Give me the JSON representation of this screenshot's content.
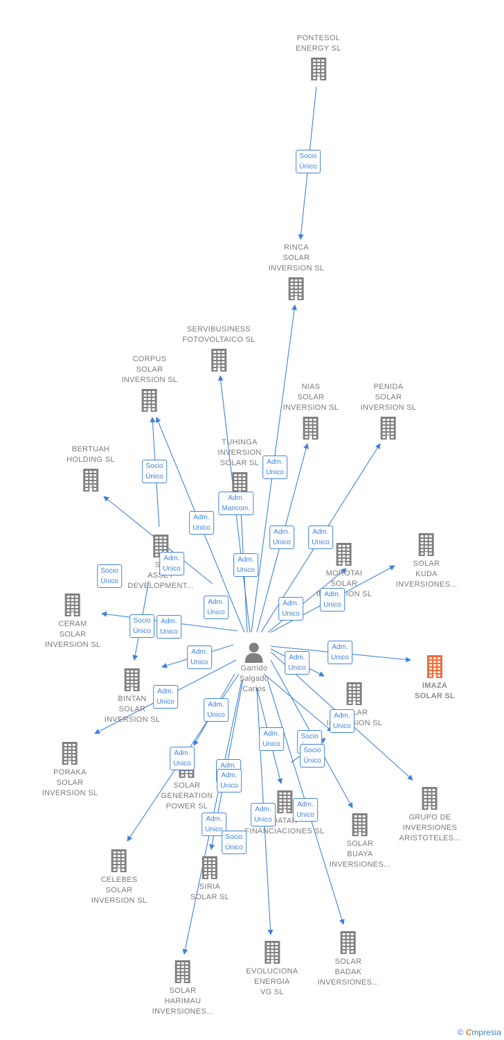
{
  "colors": {
    "edge": "#3f82d8",
    "building": "#808080",
    "highlight": "#f26a35",
    "person": "#808080"
  },
  "person": {
    "name": "Garrido\nSalgado\nCarlos",
    "icon": "person-icon"
  },
  "companies": [
    {
      "id": "pontesol",
      "label": "PONTESOL\nENERGY SL",
      "highlight": false
    },
    {
      "id": "rinca",
      "label": "RINCA\nSOLAR\nINVERSION SL",
      "highlight": false
    },
    {
      "id": "servibusiness",
      "label": "SERVIBUSINESS\nFOTOVOLTAICO SL",
      "highlight": false
    },
    {
      "id": "corpus",
      "label": "CORPUS\nSOLAR\nINVERSION SL",
      "highlight": false
    },
    {
      "id": "nias",
      "label": "NIAS\nSOLAR\nINVERSION SL",
      "highlight": false
    },
    {
      "id": "penida",
      "label": "PENIDA\nSOLAR\nINVERSION SL",
      "highlight": false
    },
    {
      "id": "bertuah",
      "label": "BERTUAH\nHOLDING SL",
      "highlight": false
    },
    {
      "id": "tuhinga",
      "label": "TUHINGA\nINVERSION\nSOLAR SL",
      "highlight": false
    },
    {
      "id": "solarasset",
      "label": "SO\nASSET\nDEVELOPMENT...",
      "highlight": false
    },
    {
      "id": "morotai",
      "label": "MOROTAI\nSOLAR\nINVERSION SL",
      "highlight": false
    },
    {
      "id": "kuda",
      "label": "SOLAR\nKUDA\nINVERSIONES...",
      "highlight": false
    },
    {
      "id": "ceram",
      "label": "CERAM\nSOLAR\nINVERSION SL",
      "highlight": false
    },
    {
      "id": "bintan",
      "label": "BINTAN\nSOLAR\nINVERSION SL",
      "highlight": false
    },
    {
      "id": "imaza",
      "label": "IMAZA\nSOLAR SL",
      "highlight": true
    },
    {
      "id": "solarinv",
      "label": "SOLAR\nINVERSION SL",
      "highlight": false
    },
    {
      "id": "poraka",
      "label": "PORAKA\nSOLAR\nINVERSION SL",
      "highlight": false
    },
    {
      "id": "generation",
      "label": "SOLAR\nGENERATION\nPOWER SL",
      "highlight": false
    },
    {
      "id": "qatar",
      "label": "QATAR\nFINANCIACIONES SL",
      "highlight": false
    },
    {
      "id": "aristoteles",
      "label": "GRUPO DE\nINVERSIONES\nARISTOTELES...",
      "highlight": false
    },
    {
      "id": "buaya",
      "label": "SOLAR\nBUAYA\nINVERSIONES...",
      "highlight": false
    },
    {
      "id": "celebes",
      "label": "CELEBES\nSOLAR\nINVERSION SL",
      "highlight": false
    },
    {
      "id": "siria",
      "label": "SIRIA\nSOLAR SL",
      "highlight": false
    },
    {
      "id": "evoluciona",
      "label": "EVOLUCIONA\nENERGIA\nVG SL",
      "highlight": false
    },
    {
      "id": "badak",
      "label": "SOLAR\nBADAK\nINVERSIONES...",
      "highlight": false
    },
    {
      "id": "harimau",
      "label": "SOLAR\nHARIMAU\nINVERSIONES...",
      "highlight": false
    }
  ],
  "relations": [
    {
      "id": "r1",
      "text": "Socio\nÚnico"
    },
    {
      "id": "r2",
      "text": "Adm.\nUnico"
    },
    {
      "id": "r3",
      "text": "Socio\nÚnico"
    },
    {
      "id": "r4",
      "text": "Adm.\nMancom."
    },
    {
      "id": "r5",
      "text": "Adm.\nUnico"
    },
    {
      "id": "r6",
      "text": "Adm.\nUnico"
    },
    {
      "id": "r7",
      "text": "Adm.\nUnico"
    },
    {
      "id": "r8",
      "text": "Adm.\nUnico"
    },
    {
      "id": "r9",
      "text": "Socio\nÚnico"
    },
    {
      "id": "r10",
      "text": "Adm.\nUnico"
    },
    {
      "id": "r11",
      "text": "Adm.\nUnico"
    },
    {
      "id": "r12",
      "text": "Adm.\nUnico"
    },
    {
      "id": "r13",
      "text": "Socio\nÚnico"
    },
    {
      "id": "r14",
      "text": "Adm.\nUnico"
    },
    {
      "id": "r15",
      "text": "Adm.\nUnico"
    },
    {
      "id": "r16",
      "text": "Adm.\nUnico"
    },
    {
      "id": "r17",
      "text": "Adm.\nUnico"
    },
    {
      "id": "r18",
      "text": "Adm.\nUnico"
    },
    {
      "id": "r19",
      "text": "Adm.\nUnico"
    },
    {
      "id": "r20",
      "text": "Adm.\nUnico"
    },
    {
      "id": "r21",
      "text": "Adm.\nUnico"
    },
    {
      "id": "r22",
      "text": "Adm.\nUnico"
    },
    {
      "id": "r23",
      "text": "Socio\nÚnico"
    },
    {
      "id": "r24",
      "text": "Socio\nÚnico"
    },
    {
      "id": "r25",
      "text": "Adm.\nUnico"
    },
    {
      "id": "r26",
      "text": "Adm.\nUnico"
    },
    {
      "id": "r27",
      "text": "Adm.\nUnico"
    },
    {
      "id": "r28",
      "text": "Adm.\nUnico"
    },
    {
      "id": "r29",
      "text": "Adm.\nUnico"
    },
    {
      "id": "r30",
      "text": "Adm.\nUnico"
    },
    {
      "id": "r31",
      "text": "Socio\nÚnico"
    },
    {
      "id": "r32",
      "text": "Socio\nÚnico"
    }
  ],
  "footer": {
    "copyright": "©",
    "brand_first": "C",
    "brand_rest": "mpresia"
  }
}
